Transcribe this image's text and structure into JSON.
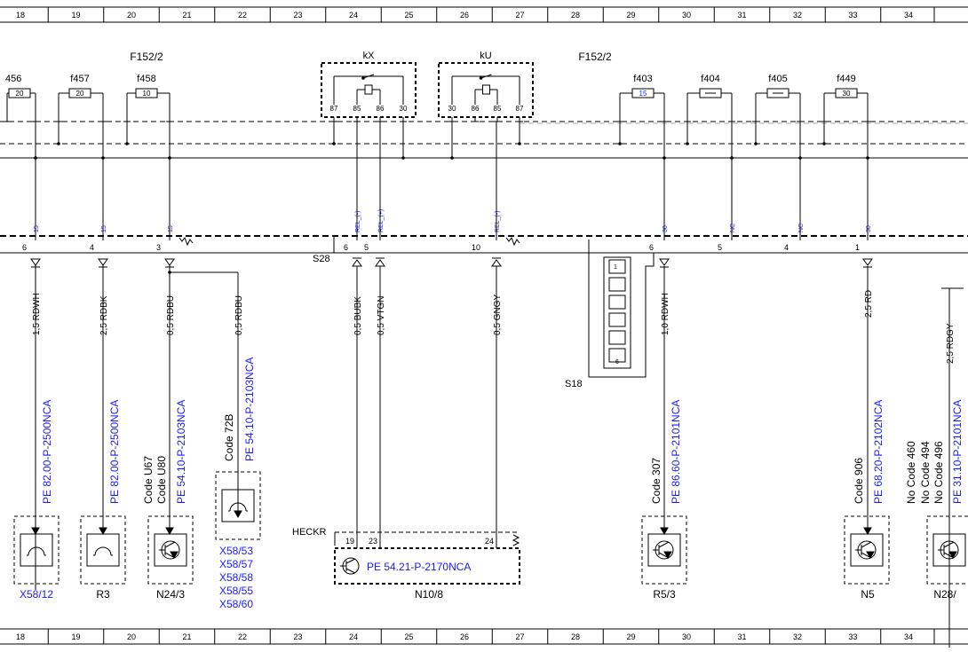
{
  "grid_columns": [
    "18",
    "19",
    "20",
    "21",
    "22",
    "23",
    "24",
    "25",
    "26",
    "27",
    "28",
    "29",
    "30",
    "31",
    "32",
    "33",
    "34"
  ],
  "group_labels": [
    "F152/2",
    "F152/2"
  ],
  "relays": [
    {
      "name": "kX",
      "pins": [
        "87",
        "85",
        "86",
        "30"
      ]
    },
    {
      "name": "kU",
      "pins": [
        "30",
        "86",
        "85",
        "87"
      ]
    }
  ],
  "fuses": [
    {
      "name": "456",
      "rating": "20"
    },
    {
      "name": "f457",
      "rating": "20"
    },
    {
      "name": "f458",
      "rating": "10"
    },
    {
      "name": "f403",
      "rating": "15"
    },
    {
      "name": "f404",
      "rating": ""
    },
    {
      "name": "f405",
      "rating": ""
    },
    {
      "name": "f449",
      "rating": "30"
    }
  ],
  "bus_tags": [
    "15",
    "15",
    "15",
    "REL_(-)",
    "REL_(+)",
    "REL_(-)",
    "30",
    "NC",
    "NC",
    "30"
  ],
  "connector_pins": [
    "6",
    "4",
    "3",
    "6",
    "5",
    "10",
    "6",
    "5",
    "4",
    "1"
  ],
  "connector_names": {
    "s28": "S28",
    "s18": "S18"
  },
  "s18_pins": [
    "1",
    "6"
  ],
  "wires": [
    "1,5 RDWH",
    "2,5 RDBK",
    "0,5 RDBU",
    "0,5 RDBU",
    "0,5 BUBK",
    "0,5 VTGN",
    "0,5 GNGY",
    "1,0 RDWH",
    "2,5 RD",
    "2,5 RDGY"
  ],
  "references": [
    "PE 82.00-P-2500NCA",
    "PE 82.00-P-2500NCA",
    "PE 54.10-P-2103NCA",
    "PE 54.10-P-2103NCA",
    "PE 86.60-P-2101NCA",
    "PE 68.20-P-2102NCA",
    "PE 31.10-P-2101NCA",
    "PE 54.21-P-2170NCA"
  ],
  "codes": {
    "u67": "Code U67",
    "u80": "Code U80",
    "c72b": "Code 72B",
    "c307": "Code 307",
    "c906": "Code 906",
    "n460": "No Code 460",
    "n494": "No Code 494",
    "n496": "No Code 496"
  },
  "component_labels": [
    "X58/12",
    "R3",
    "N24/3",
    "R5/3",
    "N5",
    "N28/"
  ],
  "x58_list": [
    "X58/53",
    "X58/57",
    "X58/58",
    "X58/55",
    "X58/60"
  ],
  "heckr": {
    "label": "HECKR",
    "pins": [
      "19",
      "23",
      "24"
    ],
    "name": "N10/8"
  },
  "colors": {
    "line": "#000000",
    "reference": "#1a1aff",
    "bus_dash": "#aaaaaa"
  }
}
